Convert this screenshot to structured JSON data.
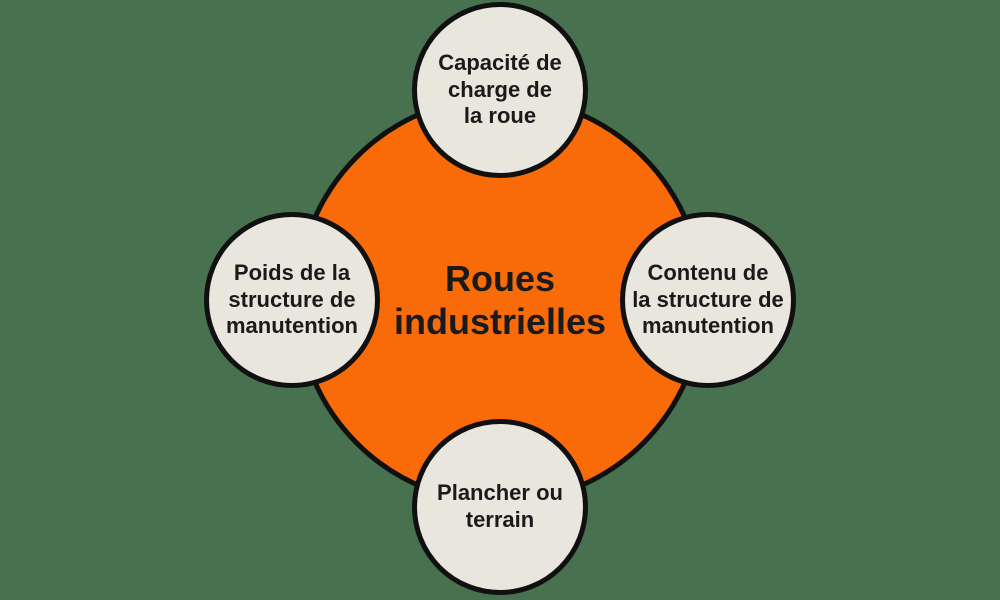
{
  "colors": {
    "background": "#47714F",
    "center_fill": "#F96A08",
    "node_fill": "#E8E6DD",
    "stroke": "#101010",
    "text": "#1A1A1A"
  },
  "diagram": {
    "center": {
      "label": "Roues\nindustrielles"
    },
    "nodes": [
      {
        "position": "top",
        "label": "Capacité de\ncharge de\nla roue"
      },
      {
        "position": "right",
        "label": "Contenu de\nla structure de\nmanutention"
      },
      {
        "position": "bottom",
        "label": "Plancher ou\nterrain"
      },
      {
        "position": "left",
        "label": "Poids de la\nstructure de\nmanutention"
      }
    ]
  }
}
